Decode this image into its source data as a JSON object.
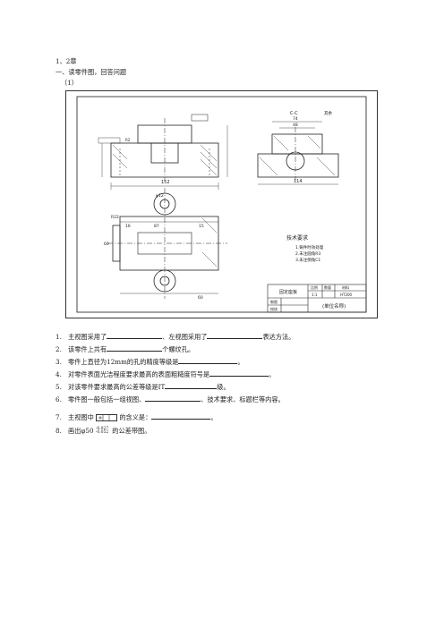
{
  "header": {
    "chapter": "1、2章",
    "section": "一、读零件图，回答问题",
    "sub": "（1）"
  },
  "drawing": {
    "cc_label": "C-C",
    "other_label": "其余",
    "dims": {
      "top_length": "152",
      "right_width": "114",
      "w74": "74",
      "w48": "48",
      "h60": "60",
      "w87": "87",
      "w16": "16",
      "w15": "15",
      "r22": "R22",
      "r2": "R2",
      "phi12": "φ12",
      "d60": "60"
    },
    "tech_title": "技术要求",
    "tech_items": [
      "1.铸件时效处理",
      "2.未注圆角R3",
      "3.未注倒角C1"
    ],
    "title_block": {
      "part_name": "固定座板",
      "scale_label": "比例",
      "qty_label": "数量",
      "material_label": "材料",
      "scale": "1:1",
      "material": "HT200",
      "drawn_label": "制图",
      "checked_label": "校核",
      "unit": "(单位名称)"
    }
  },
  "questions": [
    {
      "num": "1.",
      "parts": [
        "主视图采用了",
        "、左视图采用了",
        "表达方法。"
      ]
    },
    {
      "num": "2.",
      "parts": [
        "该零件上共有",
        "个螺纹孔。"
      ]
    },
    {
      "num": "3.",
      "parts": [
        "零件上直径为12mm的孔的精度等级是",
        "。"
      ]
    },
    {
      "num": "4.",
      "parts": [
        "对零件表面光洁程度要求最高的表面粗糙度符号是",
        "。"
      ]
    },
    {
      "num": "5.",
      "parts": [
        "对该零件要求最高的公差等级是IT",
        "级。"
      ]
    },
    {
      "num": "6.",
      "parts": [
        "零件图一般包括一组视图、",
        "、技术要求、标题栏等内容。"
      ]
    },
    {
      "num": "7.",
      "parts": [
        "主视图中",
        "的含义是：",
        "。"
      ]
    },
    {
      "num": "8.",
      "parts": [
        "画出φ50",
        "的公差带图。"
      ]
    }
  ],
  "tolerance": {
    "upper": "-0.027",
    "lower": "-0.052"
  }
}
